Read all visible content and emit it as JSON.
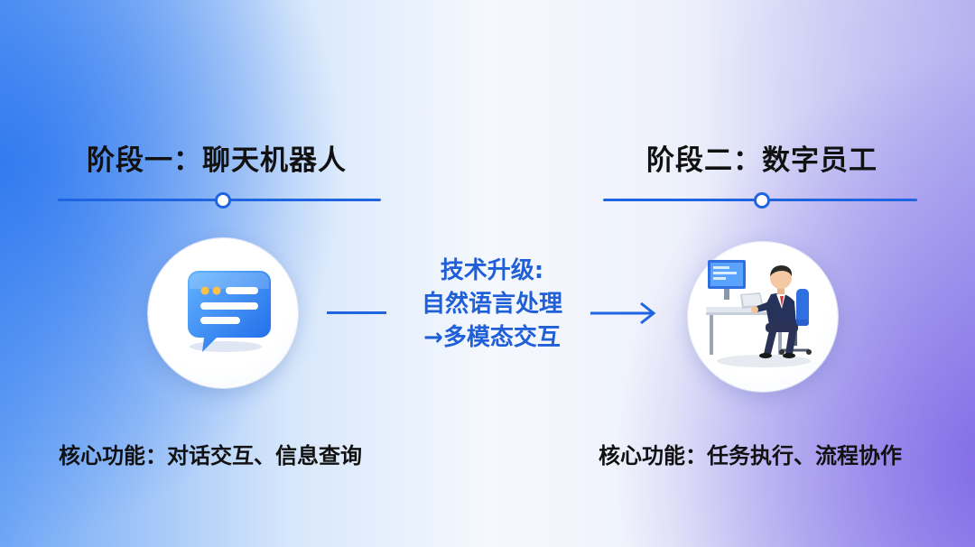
{
  "stage1": {
    "title": "阶段一：聊天机器人",
    "feature": "核心功能：对话交互、信息查询",
    "icon": "chat-bubble-icon"
  },
  "stage2": {
    "title": "阶段二：数字员工",
    "feature": "核心功能：任务执行、流程协作",
    "icon": "office-worker-icon"
  },
  "transition": {
    "line1": "技术升级:",
    "line2": "自然语言处理",
    "line3": "→多模态交互",
    "arrow_icon": "right-arrow-icon"
  },
  "colors": {
    "accent": "#1f64e0",
    "text": "#111111",
    "transition_text": "#1f5fd8"
  }
}
